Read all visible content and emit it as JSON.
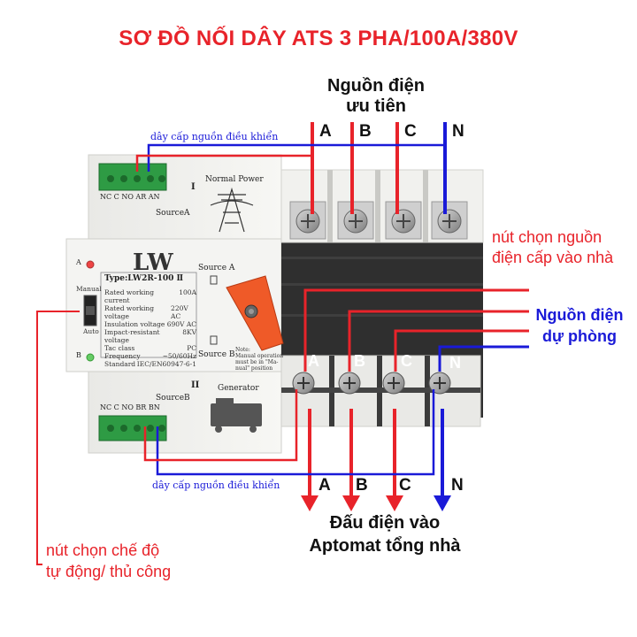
{
  "title": "SƠ ĐỒ NỐI DÂY ATS 3 PHA/100A/380V",
  "priority_source": {
    "line1": "Nguồn điện",
    "line2": "ưu tiên"
  },
  "control_wire_label": "dây cấp nguồn điều khiển",
  "phases_top": [
    "A",
    "B",
    "C",
    "N"
  ],
  "phases_mid": [
    "A",
    "B",
    "C",
    "N"
  ],
  "phases_bottom": [
    "A",
    "B",
    "C",
    "N"
  ],
  "source_select": {
    "line1": "nút chọn nguồn",
    "line2": "điện cấp vào nhà"
  },
  "backup_source": {
    "line1": "Nguồn điện",
    "line2": "dự phòng"
  },
  "output_label": {
    "line1": "Đấu điện vào",
    "line2": "Aptomat tổng nhà"
  },
  "mode_select": {
    "line1": "nút chọn chế độ",
    "line2": "tự động/ thủ công"
  },
  "device": {
    "brand": "LW",
    "type_label": "Type:LW2R-100 Ⅱ",
    "top_terminal_label": "NC C NO AR AN",
    "bottom_terminal_label": "NC C NO BR BN",
    "normal_power": "Normal Power",
    "generator": "Generator",
    "source_a": "SourceA",
    "source_b": "SourceB",
    "switch_source_a": "Source A",
    "switch_source_b": "Source B",
    "roman_1": "I",
    "roman_2": "II",
    "manual": "Manual",
    "auto": "Auto",
    "indicator_a": "A",
    "indicator_b": "B",
    "specs": [
      [
        "Rated working current",
        "100A"
      ],
      [
        "Rated working voltage",
        "220V AC"
      ],
      [
        "Insulation voltage",
        "690V AC"
      ],
      [
        "Impact-resistant voltage",
        "8KV"
      ],
      [
        "Tac class",
        "PC"
      ],
      [
        "Frequency",
        "~50/60Hz"
      ],
      [
        "Standard",
        "IEC/EN60947-6-1"
      ]
    ],
    "note": [
      "Note:",
      "Manual operation",
      "must be in \"Ma-",
      "nual\" position"
    ]
  },
  "colors": {
    "phase": "#e8232a",
    "neutral": "#1a1ad8",
    "title": "#e8232a"
  }
}
